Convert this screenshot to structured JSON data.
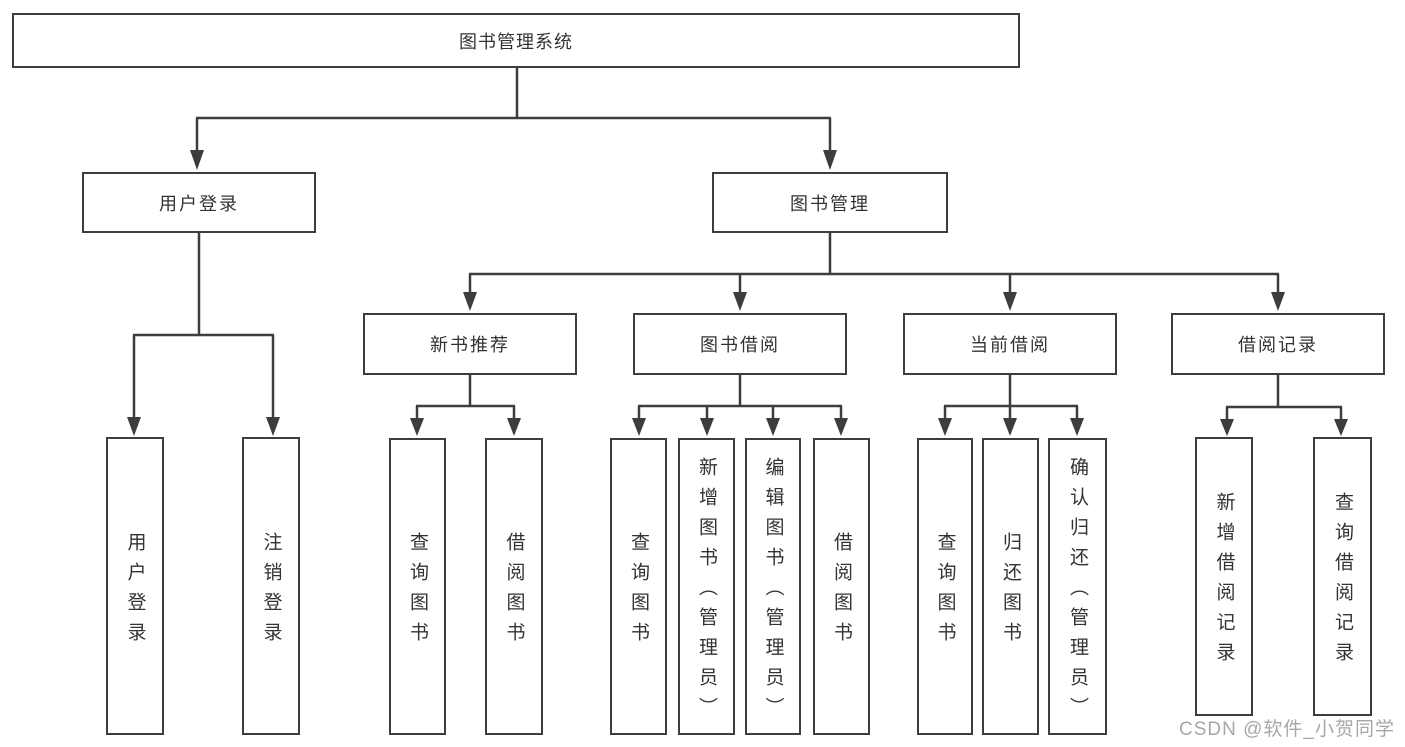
{
  "diagram_title": "图书管理系统",
  "tree": {
    "root": {
      "label": "图书管理系统"
    },
    "branches": [
      {
        "label": "用户登录",
        "children": [
          {
            "label": "用户登录"
          },
          {
            "label": "注销登录"
          }
        ]
      },
      {
        "label": "图书管理",
        "children": [
          {
            "label": "新书推荐",
            "children": [
              {
                "label": "查询图书"
              },
              {
                "label": "借阅图书"
              }
            ]
          },
          {
            "label": "图书借阅",
            "children": [
              {
                "label": "查询图书"
              },
              {
                "label": "新增图书（管理员）"
              },
              {
                "label": "编辑图书（管理员）"
              },
              {
                "label": "借阅图书"
              }
            ]
          },
          {
            "label": "当前借阅",
            "children": [
              {
                "label": "查询图书"
              },
              {
                "label": "归还图书"
              },
              {
                "label": "确认归还（管理员）"
              }
            ]
          },
          {
            "label": "借阅记录",
            "children": [
              {
                "label": "新增借阅记录"
              },
              {
                "label": "查询借阅记录"
              }
            ]
          }
        ]
      }
    ]
  },
  "watermark": {
    "text": "CSDN @软件_小贺同学"
  },
  "colors": {
    "line_color": "#3d3d3d",
    "box_border_color": "#3d3d3d",
    "box_fill_color": "#ffffff",
    "text_color": "#333333",
    "watermark_color": "#9e9e9e",
    "background_color": "#ffffff"
  }
}
